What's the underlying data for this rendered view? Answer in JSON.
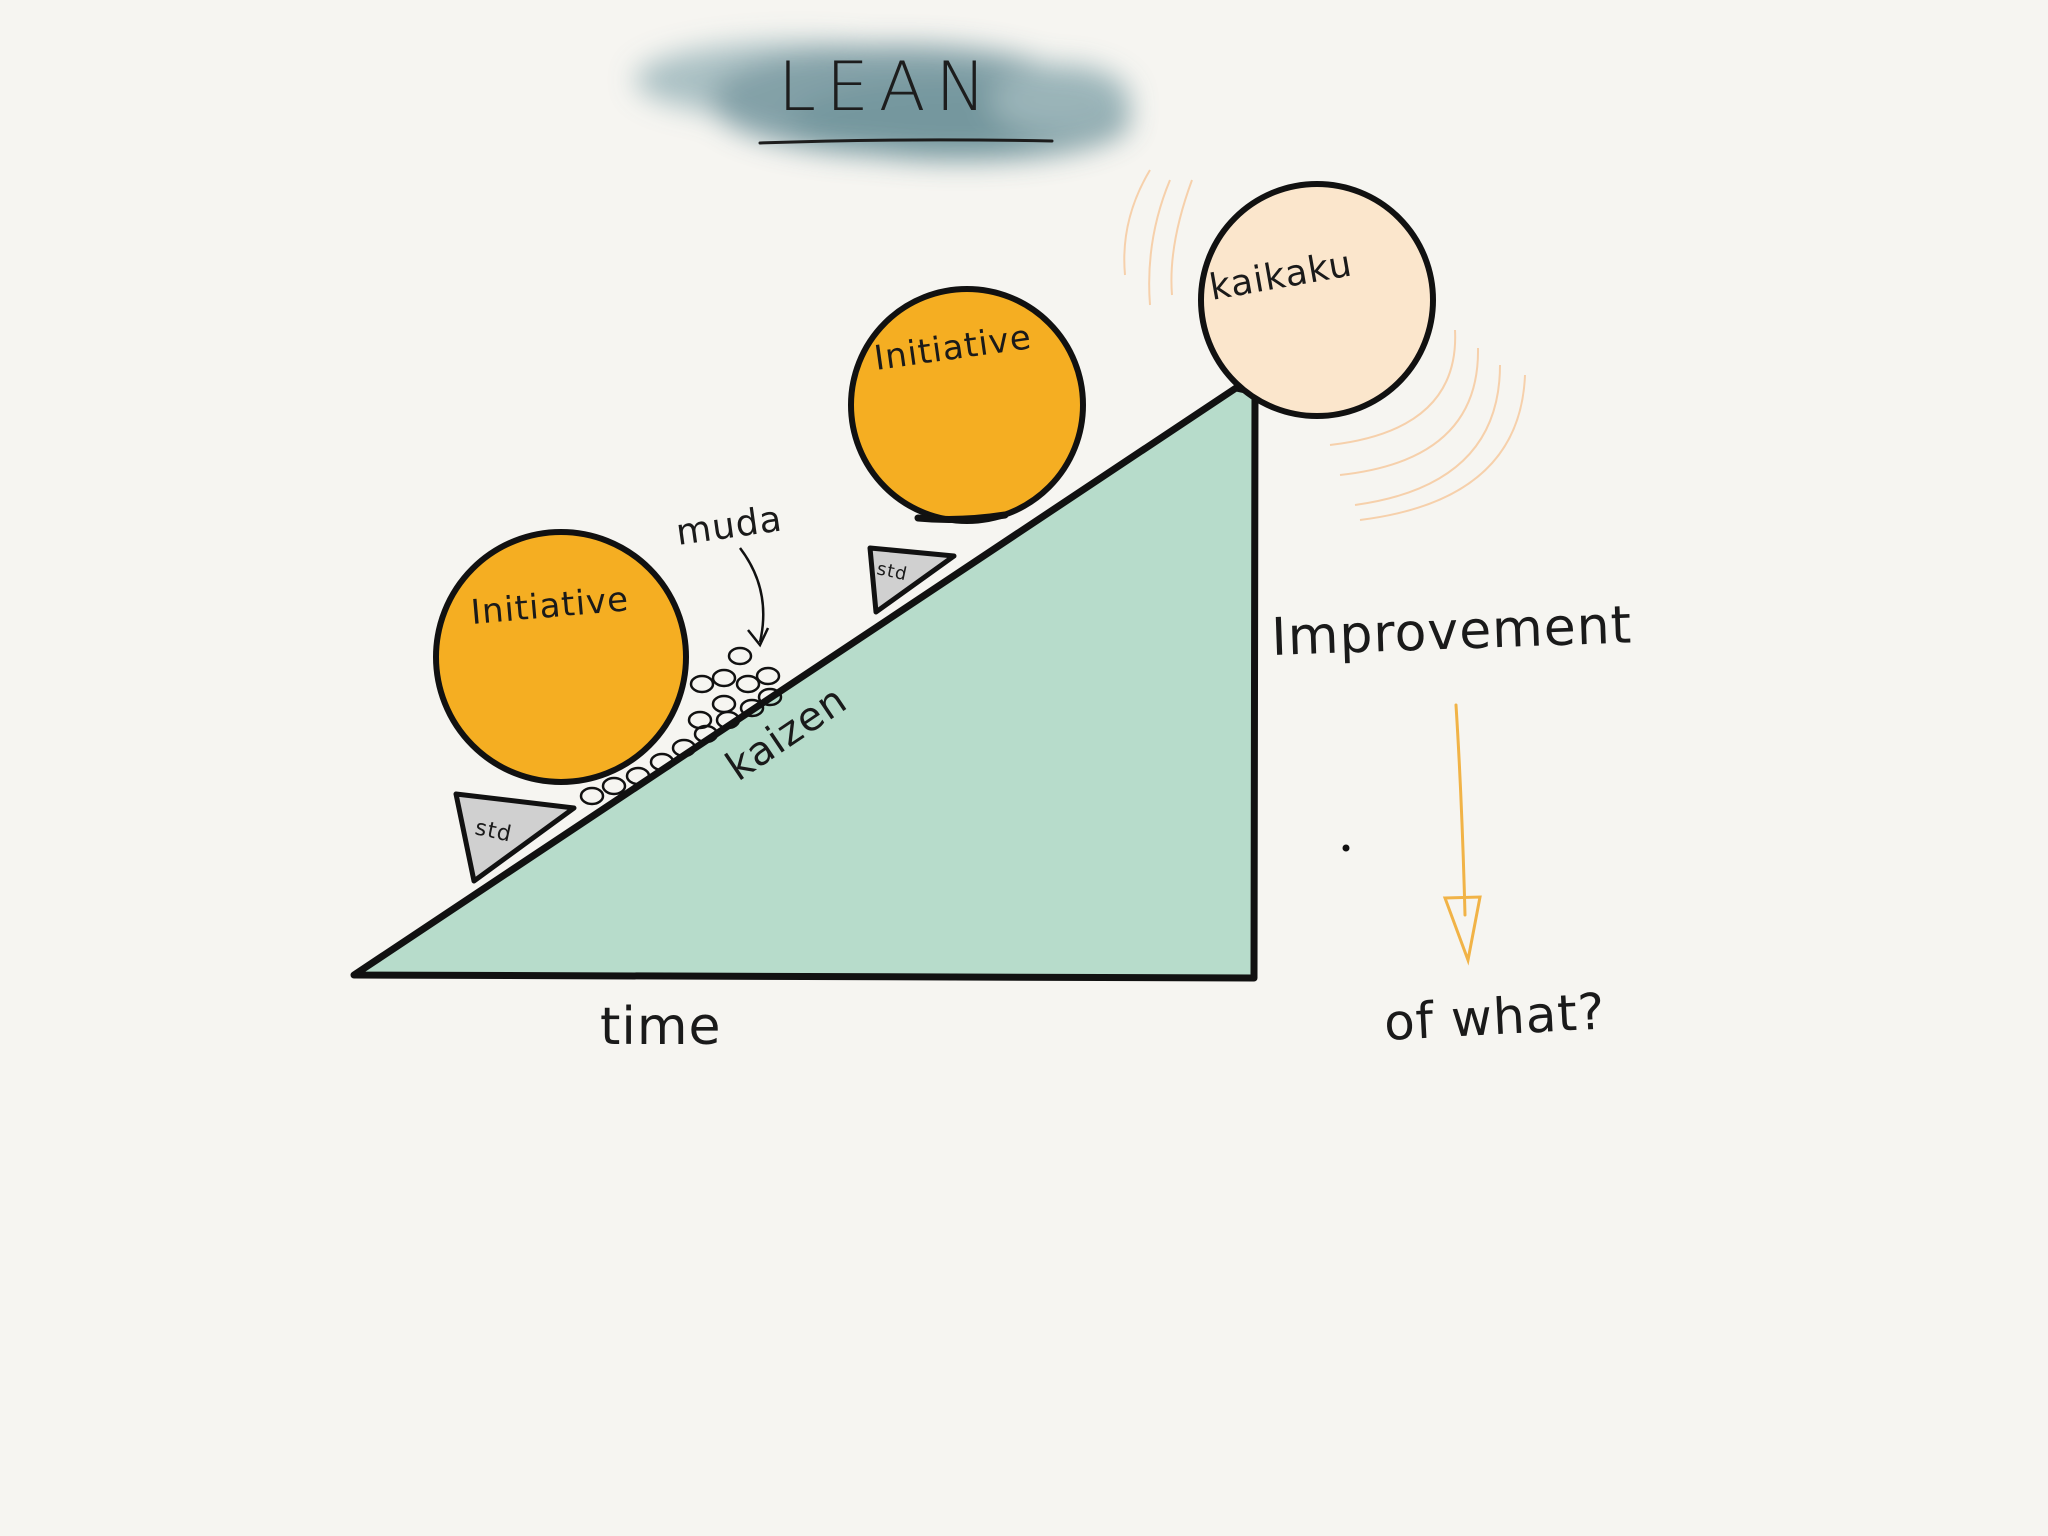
{
  "title": "LEAN",
  "ramp": {
    "label": "kaizen",
    "fill": "#b7dccb",
    "stroke": "#111111"
  },
  "balls": [
    {
      "label": "Initiative",
      "color": "#f5ae22"
    },
    {
      "label": "Initiative",
      "color": "#f5ae22"
    },
    {
      "label": "kaikaku",
      "color": "#fbe6cc"
    }
  ],
  "wedges": [
    {
      "label": "std"
    },
    {
      "label": "std"
    }
  ],
  "muda_label": "muda",
  "axis_x_label": "time",
  "axis_y_label": "Improvement",
  "question": "of what?",
  "colors": {
    "title_cloud": "#5f8790",
    "arrow": "#f1b347",
    "wedge": "#d0d0d0"
  }
}
